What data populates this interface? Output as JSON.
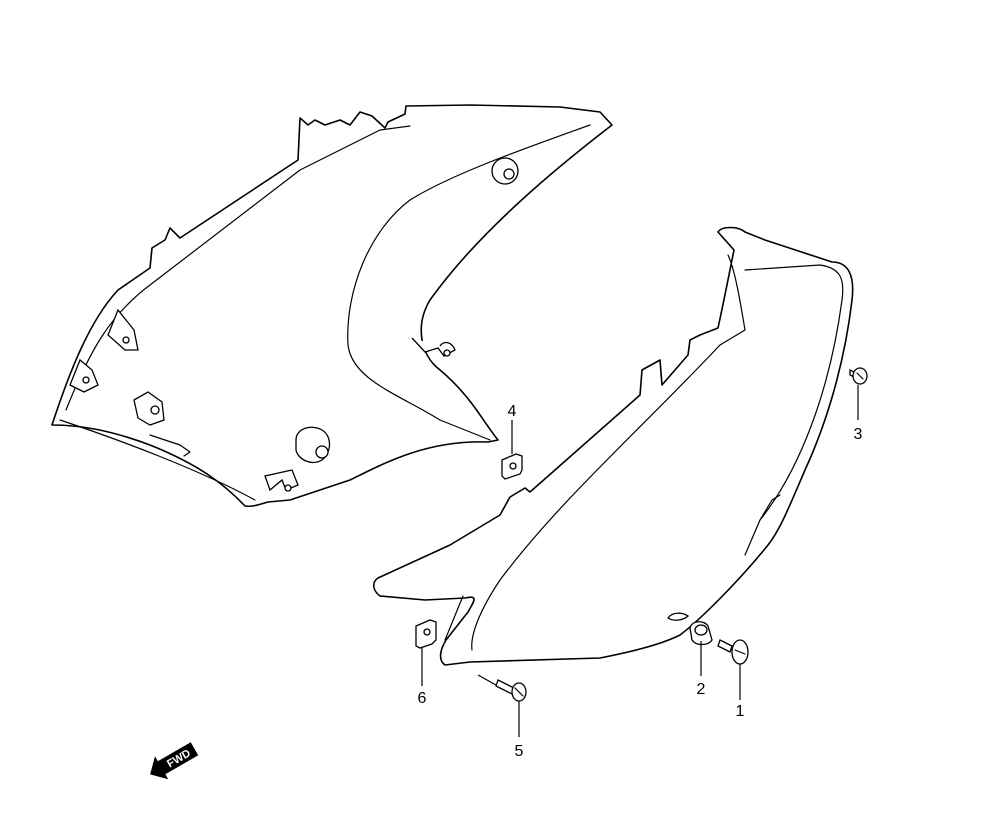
{
  "diagram": {
    "callouts": [
      {
        "id": "1",
        "label": "1"
      },
      {
        "id": "2",
        "label": "2"
      },
      {
        "id": "3",
        "label": "3"
      },
      {
        "id": "4",
        "label": "4"
      },
      {
        "id": "5",
        "label": "5"
      },
      {
        "id": "6",
        "label": "6"
      }
    ],
    "direction_arrow": {
      "label": "FWD"
    }
  }
}
